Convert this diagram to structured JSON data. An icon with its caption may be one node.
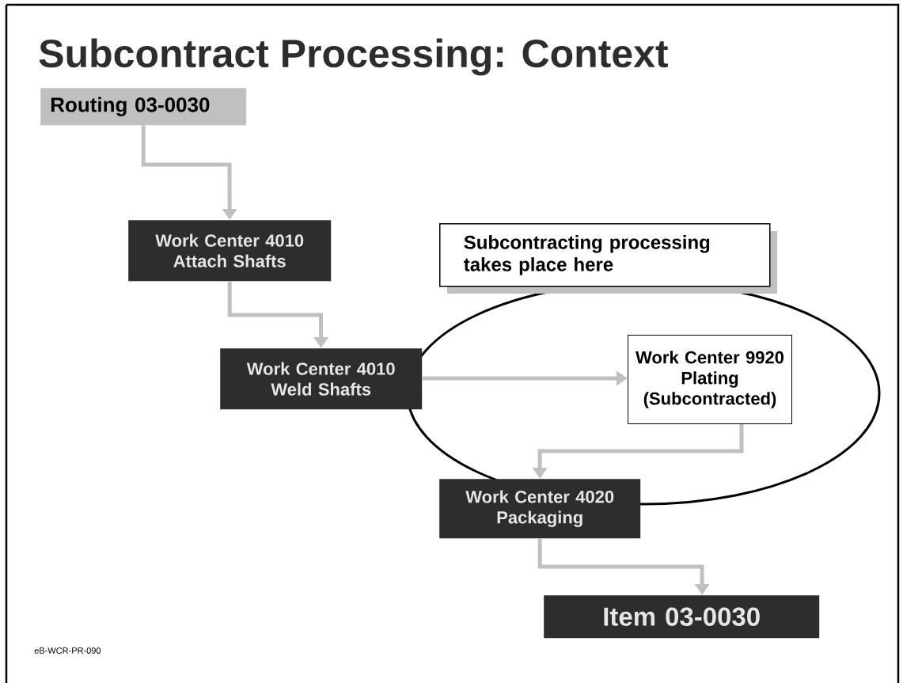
{
  "diagram": {
    "title": "Subcontract Processing: Context",
    "nodes": [
      {
        "text": [
          "Routing 03-0030"
        ]
      },
      {
        "text": [
          "Work Center 4010",
          "Attach Shafts"
        ]
      },
      {
        "text": [
          "Work Center 4010",
          "Weld Shafts"
        ]
      },
      {
        "text": [
          "Subcontracting processing takes place here"
        ]
      },
      {
        "text": [
          "Work Center 9920",
          "Plating",
          "(Subcontracted)"
        ]
      },
      {
        "text": [
          "Work Center 4020",
          "Packaging"
        ]
      },
      {
        "text": [
          "Item 03-0030"
        ]
      }
    ],
    "edges": [
      {
        "from": 0,
        "to": 1,
        "arrow": "to"
      },
      {
        "from": 1,
        "to": 2,
        "arrow": "to"
      },
      {
        "from": 2,
        "to": 4,
        "arrow": "to"
      },
      {
        "from": 4,
        "to": 5,
        "arrow": "to"
      },
      {
        "from": 5,
        "to": 6,
        "arrow": "to"
      }
    ],
    "labels": [
      "eB-WCR-PR-090"
    ]
  }
}
